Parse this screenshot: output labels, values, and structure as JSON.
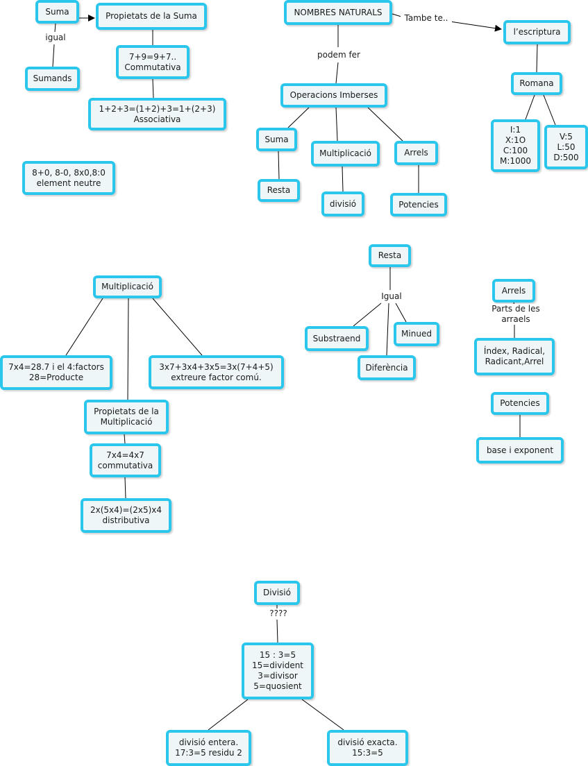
{
  "colors": {
    "node_border": "#2bc6ec",
    "node_fill": "#eef6f8",
    "line": "#000000"
  },
  "concepts": {
    "suma_main": "Suma",
    "propietats_suma": "Propietats de la Suma",
    "sumands": "Sumands",
    "commutativa_suma": "7+9=9+7..\nCommutativa",
    "associativa": "1+2+3=(1+2)+3=1+(2+3)\nAssociativa",
    "element_neutre": "8+0, 8-0, 8x0,8:0\nelement neutre",
    "nombres_naturals": "NOMBRES NATURALS",
    "escriptura": "l’escriptura",
    "operacions": "Operacions Imberses",
    "romana": "Romana",
    "romana_1": "I:1\nX:1O\nC:100\nM:1000",
    "romana_2": "V:5\nL:50\nD:500",
    "op_suma": "Suma",
    "op_multiplicacio": "Multiplicació",
    "op_arrels": "Arrels",
    "op_resta": "Resta",
    "op_divisio": "divisió",
    "op_potencies": "Potencies",
    "mult_main": "Multiplicació",
    "factors": "7x4=28.7 i el 4:factors\n28=Producte",
    "factor_comu": "3x7+3x4+3x5=3x(7+4+5)\nextreure factor comú.",
    "propietats_mult": "Propietats de la\nMultiplicació",
    "commutativa_mult": "7x4=4x7\ncommutativa",
    "distributiva": "2x(5x4)=(2x5)x4\ndistributiva",
    "resta_main": "Resta",
    "substraend": "Substraend",
    "minued": "Minued",
    "diferencia": "Diferència",
    "arrels_main": "Arrels",
    "index_radical": "Índex, Radical,\nRadicant,Arrel",
    "potencies_main": "Potencies",
    "base_exponent": "base i exponent",
    "divisio_main": "Divisió",
    "divisio_exemple": "15 : 3=5\n15=divident\n3=divisor\n5=quosient",
    "divisio_entera": "divisió entera.\n17:3=5 residu 2",
    "divisio_exacta": "divisió exacta.\n15:3=5"
  },
  "linking_phrases": {
    "igual": "igual",
    "tambe_te": "Tambe te..",
    "podem_fer": "podem fer",
    "igual_resta": "Igual",
    "parts_arrels": "Parts de les\narraels",
    "interrogants": "????"
  }
}
